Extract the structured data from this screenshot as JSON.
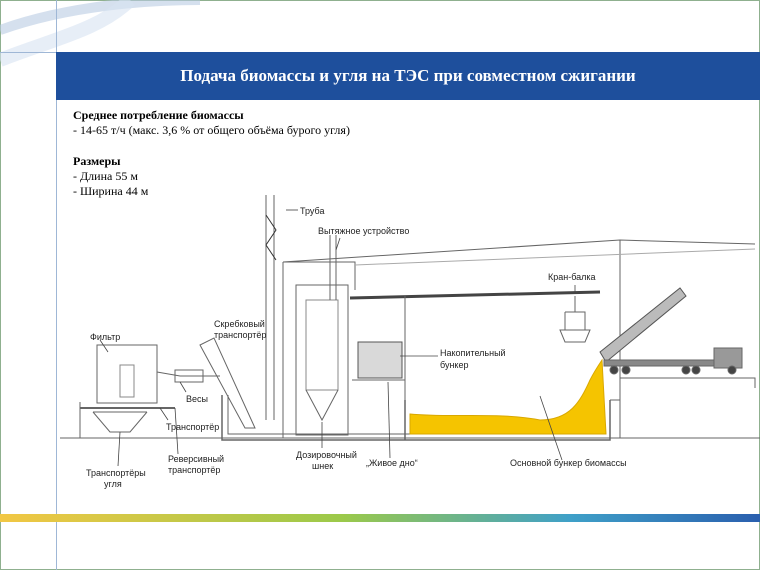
{
  "title": "Подача биомассы и угля на ТЭС при совместном сжигании",
  "consumption": {
    "heading": "Среднее потребление биомассы",
    "line": "- 14-65 т/ч (макс. 3,6 % от общего объёма бурого угля)"
  },
  "dimensions": {
    "heading": "Размеры",
    "length": "- Длина 55 м",
    "width": "- Ширина 44 м"
  },
  "labels": {
    "pipe": "Труба",
    "exhaust": "Вытяжное устройство",
    "crane": "Кран-балка",
    "scraper_1": "Скребковый",
    "scraper_2": "транспортёр",
    "filter": "Фильтр",
    "storage_1": "Накопительный",
    "storage_2": "бункер",
    "scales": "Весы",
    "conveyor": "Транспортёр",
    "reverse_1": "Реверсивный",
    "reverse_2": "транспортёр",
    "coal_1": "Транспортёры",
    "coal_2": "угля",
    "dosing_1": "Дозировочный",
    "dosing_2": "шнек",
    "live_bottom": "„Живое дно“",
    "main_bunker": "Основной бункер биомассы"
  },
  "colors": {
    "banner": "#1e4f9c",
    "biomass": "#f5c400",
    "line": "#555555"
  }
}
